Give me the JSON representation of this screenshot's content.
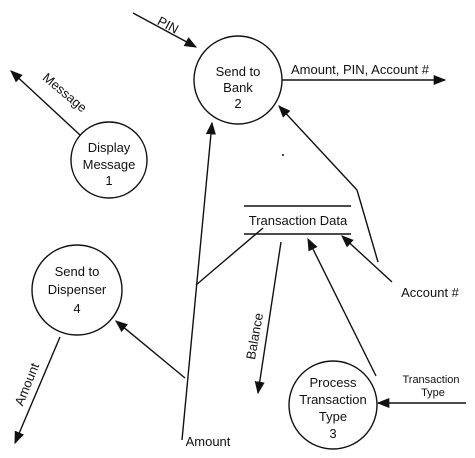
{
  "processes": {
    "send_to_bank": {
      "line1": "Send to",
      "line2": "Bank",
      "number": "2"
    },
    "display_message": {
      "line1": "Display",
      "line2": "Message",
      "number": "1"
    },
    "send_to_dispenser": {
      "line1": "Send to",
      "line2": "Dispenser",
      "number": "4"
    },
    "process_transaction_type": {
      "line1": "Process",
      "line2": "Transaction",
      "line3": "Type",
      "number": "3"
    }
  },
  "data_store": {
    "label": "Transaction Data"
  },
  "flows": {
    "pin": "PIN",
    "amount_pin_account": "Amount, PIN, Account #",
    "message": "Message",
    "balance": "Balance",
    "account_num": "Account #",
    "amount_out": "Amount",
    "amount_in": "Amount",
    "transaction_type_line1": "Transaction",
    "transaction_type_line2": "Type"
  }
}
